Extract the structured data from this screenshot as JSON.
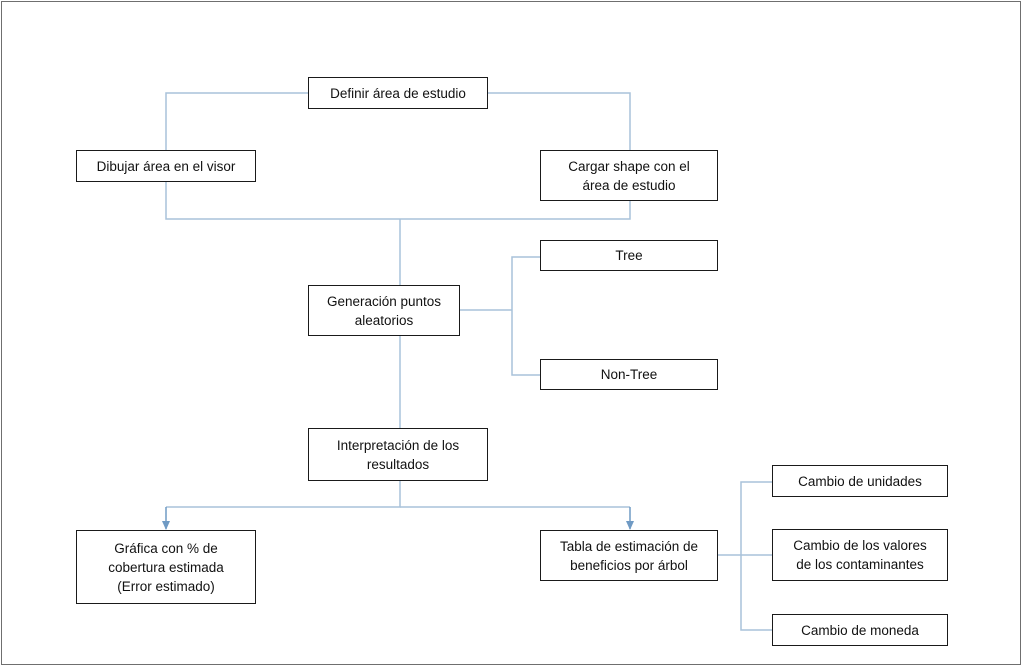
{
  "diagram": {
    "line_color": "#a9c2da",
    "arrow_color": "#6f9ac4",
    "nodes": {
      "definir_area": "Definir área de estudio",
      "dibujar_area": "Dibujar área en el visor",
      "cargar_shape": "Cargar shape con el\nárea de estudio",
      "generacion_puntos": "Generación puntos\naleatorios",
      "tree": "Tree",
      "non_tree": "Non-Tree",
      "interpretacion": "Interpretación de los\nresultados",
      "grafica": "Gráfica con % de\ncobertura estimada\n(Error estimado)",
      "tabla": "Tabla de estimación de\nbeneficios por árbol",
      "cambio_unidades": "Cambio de unidades",
      "cambio_valores": "Cambio de los valores\nde los contaminantes",
      "cambio_moneda": "Cambio de moneda"
    }
  }
}
